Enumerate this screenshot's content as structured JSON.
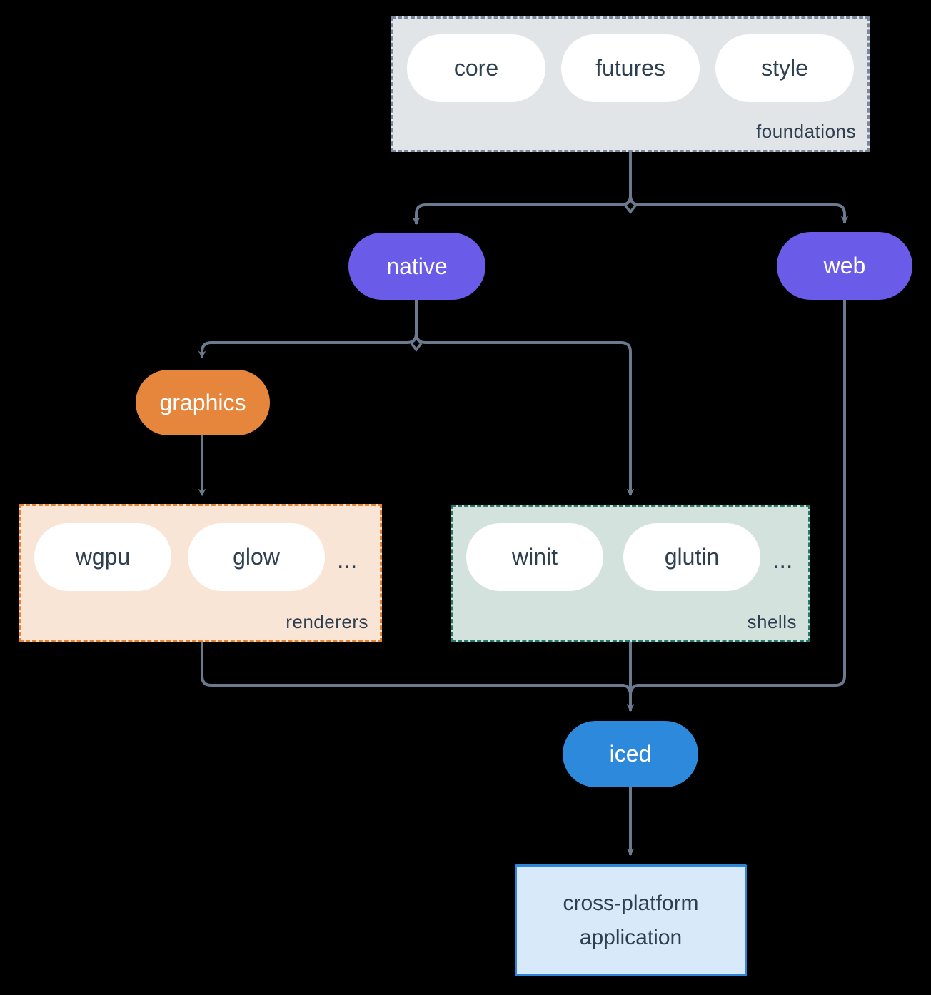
{
  "colors": {
    "background": "#000000",
    "connector": "#6b7a8e",
    "node_text_dark": "#2e3f50",
    "node_text_light": "#ffffff",
    "purple_node": "#6a5be8",
    "orange_node": "#e6863c",
    "blue_node": "#2d89db",
    "foundations_bg": "#e1e5e8",
    "foundations_border": "#78879b",
    "renderers_bg": "#f9e5d5",
    "renderers_border": "#e8822f",
    "shells_bg": "#d3e2dc",
    "shells_border": "#20796a",
    "app_bg": "#d8eafa",
    "app_border": "#2e86d8"
  },
  "groups": {
    "foundations": {
      "label": "foundations",
      "items": [
        "core",
        "futures",
        "style"
      ]
    },
    "renderers": {
      "label": "renderers",
      "items": [
        "wgpu",
        "glow"
      ],
      "ellipsis": "..."
    },
    "shells": {
      "label": "shells",
      "items": [
        "winit",
        "glutin"
      ],
      "ellipsis": "..."
    }
  },
  "nodes": {
    "native": "native",
    "web": "web",
    "graphics": "graphics",
    "iced": "iced",
    "application": "cross-platform application"
  }
}
